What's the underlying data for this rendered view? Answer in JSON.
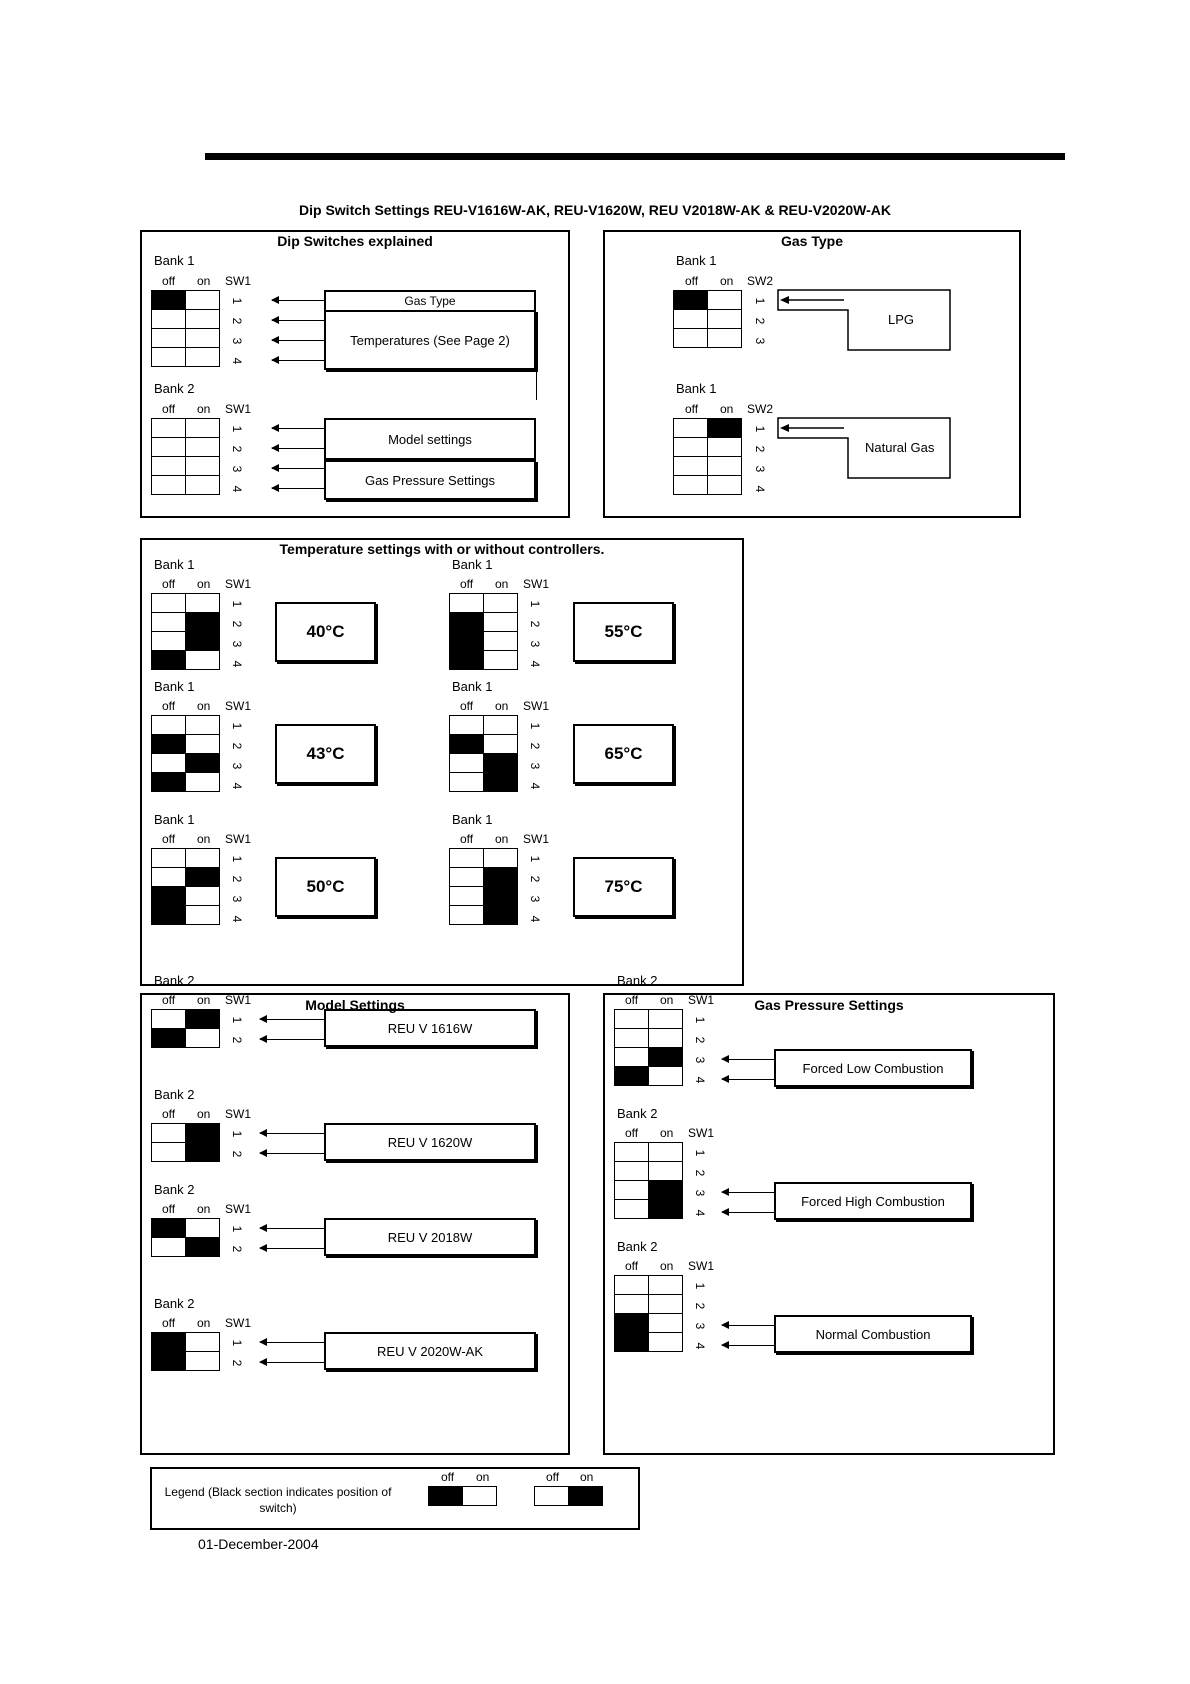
{
  "title": "Dip Switch Settings REU-V1616W-AK, REU-V1620W, REU V2018W-AK & REU-V2020W-AK",
  "labels": {
    "off": "off",
    "on": "on",
    "sw1": "SW1",
    "sw2": "SW2",
    "bank1": "Bank 1",
    "bank2": "Bank 2",
    "n1": "1",
    "n2": "2",
    "n3": "3",
    "n4": "4"
  },
  "panels": {
    "explained": {
      "title": "Dip Switches explained",
      "bank1_off": [
        1,
        0,
        0,
        0
      ],
      "bank2_off": [
        0,
        0,
        0,
        0
      ],
      "gas_type": "Gas Type",
      "temperatures": "Temperatures (See Page 2)",
      "model_settings": "Model settings",
      "gas_pressure_settings": "Gas Pressure Settings"
    },
    "gas_type": {
      "title": "Gas Type",
      "lpg_switch": "off",
      "lpg": "LPG",
      "ng_switch": "on",
      "ng": "Natural Gas"
    },
    "temperature": {
      "title": "Temperature settings with or without controllers.",
      "settings": [
        {
          "label": "40°C",
          "switches": [
            "",
            "on",
            "on",
            "off"
          ]
        },
        {
          "label": "55°C",
          "switches": [
            "",
            "off",
            "off",
            "off"
          ]
        },
        {
          "label": "43°C",
          "switches": [
            "",
            "off",
            "on",
            "off"
          ]
        },
        {
          "label": "65°C",
          "switches": [
            "",
            "off",
            "on",
            "on"
          ]
        },
        {
          "label": "50°C",
          "switches": [
            "",
            "on",
            "off",
            "off"
          ]
        },
        {
          "label": "75°C",
          "switches": [
            "",
            "on",
            "on",
            "on"
          ]
        }
      ]
    },
    "model": {
      "title": "Model Settings",
      "settings": [
        {
          "label": "REU V 1616W",
          "switches": [
            "on",
            "off"
          ]
        },
        {
          "label": "REU V 1620W",
          "switches": [
            "on",
            "on"
          ]
        },
        {
          "label": "REU V 2018W",
          "switches": [
            "off",
            "on"
          ]
        },
        {
          "label": "REU V 2020W-AK",
          "switches": [
            "off",
            "off"
          ]
        }
      ]
    },
    "gas_pressure": {
      "title": "Gas Pressure Settings",
      "settings": [
        {
          "label": "Forced Low Combustion",
          "switches": [
            "",
            "",
            "on",
            "off"
          ]
        },
        {
          "label": "Forced High Combustion",
          "switches": [
            "",
            "",
            "on",
            "on"
          ]
        },
        {
          "label": "Normal Combustion",
          "switches": [
            "",
            "",
            "off",
            "off"
          ]
        }
      ]
    }
  },
  "legend": {
    "text": "Legend (Black section indicates position of switch)"
  },
  "footer": {
    "date": "01-December-2004"
  }
}
